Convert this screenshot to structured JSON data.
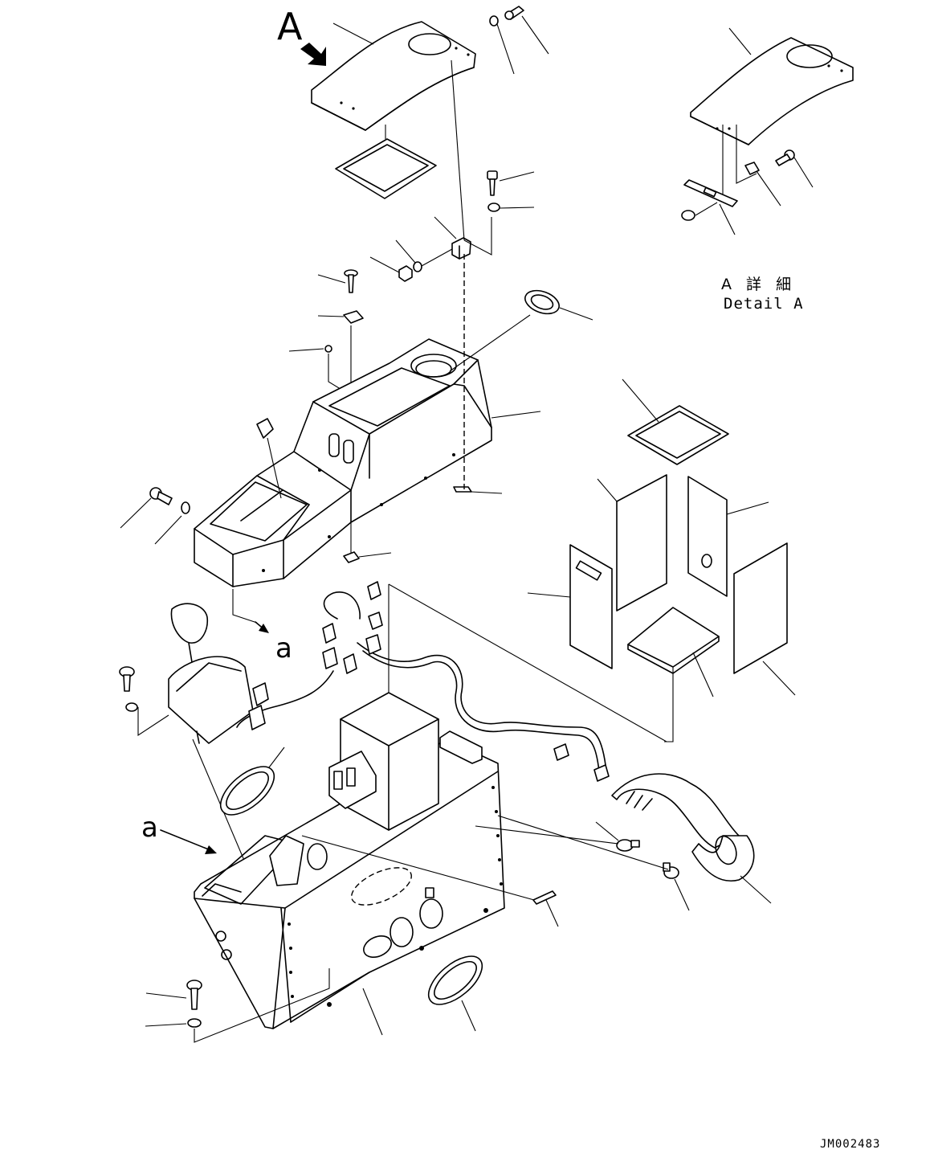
{
  "view_marker": "A",
  "detail": {
    "title_jp": "A 詳 細",
    "title_en": "Detail A"
  },
  "view_arrow_label": "a",
  "view_arrow_label_2": "a",
  "drawing_number": "JM002483",
  "icons": [
    "view-arrow-icon",
    "leader-line"
  ]
}
